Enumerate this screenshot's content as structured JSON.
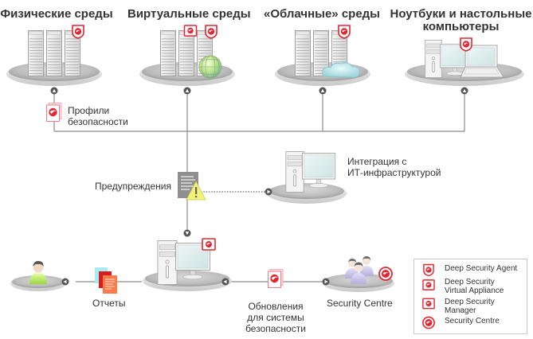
{
  "headings": {
    "physical": "Физические среды",
    "virtual": "Виртуальные среды",
    "cloud": "«Облачные» среды",
    "endpoints_line1": "Ноутбуки и настольные",
    "endpoints_line2": "компьютеры"
  },
  "labels": {
    "security_profiles_line1": "Профили",
    "security_profiles_line2": "безопасности",
    "alerts": "Предупреждения",
    "it_integration_line1": "Интеграция с",
    "it_integration_line2": "ИТ-инфраструктурой",
    "reports": "Отчеты",
    "security_updates_line1": "Обновления",
    "security_updates_line2": "для системы",
    "security_updates_line3": "безопасности",
    "security_centre": "Security Centre"
  },
  "legend": {
    "items": [
      {
        "icon": "shield-icon",
        "label_line1": "Deep Security Agent",
        "label_line2": ""
      },
      {
        "icon": "virtual-appliance-icon",
        "label_line1": "Deep Security",
        "label_line2": "Virtual Appliance"
      },
      {
        "icon": "manager-icon",
        "label_line1": "Deep Security",
        "label_line2": "Manager"
      },
      {
        "icon": "security-centre-icon",
        "label_line1": "Security Centre",
        "label_line2": ""
      }
    ]
  },
  "colors": {
    "brand_red": "#e3262f",
    "line_gray": "#8c8c8c",
    "platform_gray": "#b8b8b8"
  }
}
